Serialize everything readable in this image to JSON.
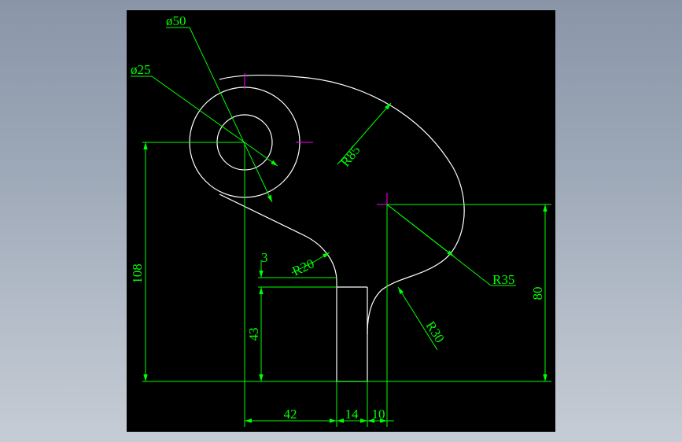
{
  "colors": {
    "background": "#000000",
    "outline": "#ffffff",
    "dimension": "#00ff00",
    "centermark": "#ff00ff"
  },
  "dimensions": {
    "dia_large": "ø50",
    "dia_small": "ø25",
    "radius_85": "R85",
    "radius_20": "R20",
    "radius_35": "R35",
    "radius_30": "R30",
    "height_108": "108",
    "height_80": "80",
    "height_43": "43",
    "gap_3": "3",
    "width_42": "42",
    "width_14": "14",
    "width_10": "10"
  }
}
